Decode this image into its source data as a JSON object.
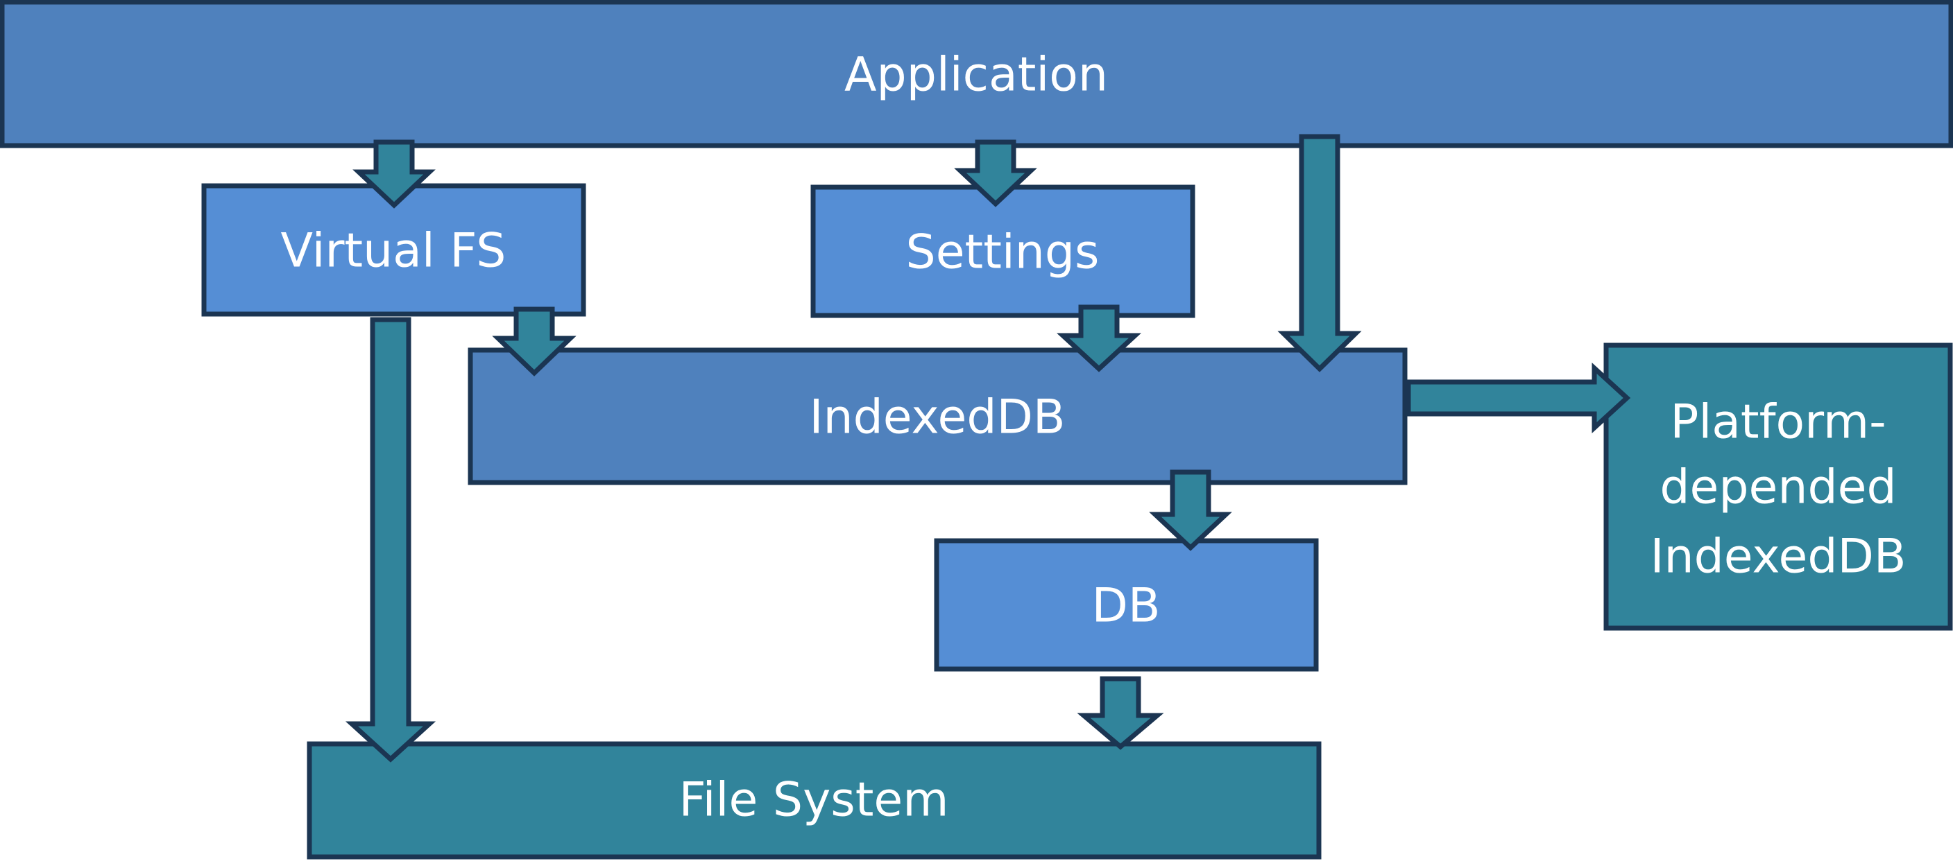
{
  "diagram": {
    "nodes": {
      "application": {
        "label": "Application"
      },
      "virtual_fs": {
        "label": "Virtual FS"
      },
      "settings": {
        "label": "Settings"
      },
      "indexeddb": {
        "label": "IndexedDB"
      },
      "platform_indexeddb": {
        "lines": [
          "Platform-",
          "depended",
          "IndexedDB"
        ]
      },
      "db": {
        "label": "DB"
      },
      "file_system": {
        "label": "File System"
      }
    },
    "edges": [
      {
        "from": "application",
        "to": "virtual_fs"
      },
      {
        "from": "application",
        "to": "settings"
      },
      {
        "from": "application",
        "to": "indexeddb"
      },
      {
        "from": "virtual_fs",
        "to": "indexeddb"
      },
      {
        "from": "settings",
        "to": "indexeddb"
      },
      {
        "from": "virtual_fs",
        "to": "file_system"
      },
      {
        "from": "indexeddb",
        "to": "db"
      },
      {
        "from": "indexeddb",
        "to": "platform_indexeddb"
      },
      {
        "from": "db",
        "to": "file_system"
      }
    ],
    "colors": {
      "outline": "#1b3552",
      "primary_box": "#4f81bd",
      "secondary_box": "#558ed5",
      "teal_box": "#31849b",
      "arrow_fill": "#31849b",
      "text": "#ffffff"
    }
  }
}
